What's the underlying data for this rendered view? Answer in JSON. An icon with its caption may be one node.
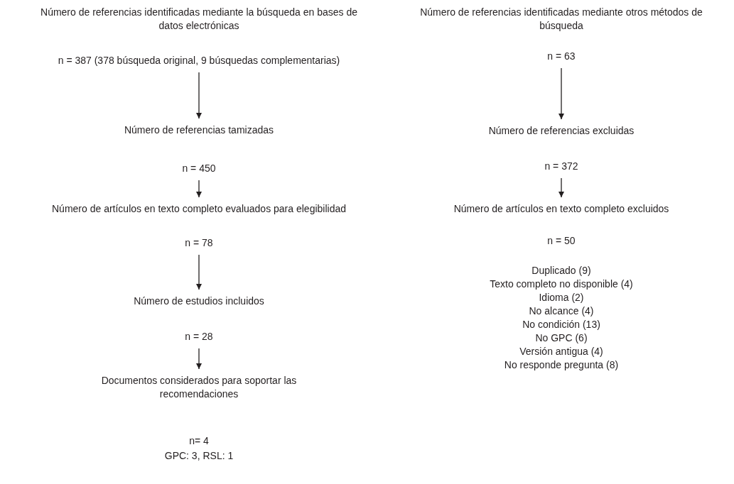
{
  "diagram": {
    "nodes": [
      {
        "text": [
          "Número de referencias identificadas mediante la búsqueda en bases de datos electrónicas",
          "n = 387 (378 búsqueda original, 9 búsquedas complementarias)"
        ]
      },
      {
        "text": [
          "Número de referencias tamizadas",
          "n = 450"
        ]
      },
      {
        "text": [
          "Número de artículos en texto completo evaluados para elegibilidad",
          "n = 78"
        ]
      },
      {
        "text": [
          "Número de estudios incluidos",
          "n = 28"
        ]
      },
      {
        "text": [
          "Documentos considerados para soportar las recomendaciones",
          "n= 4",
          "GPC: 3, RSL: 1"
        ]
      },
      {
        "text": [
          "Número de referencias identificadas mediante otros métodos de búsqueda",
          "n = 63"
        ]
      },
      {
        "text": [
          "Número de referencias excluidas",
          "n = 372"
        ]
      },
      {
        "text": [
          "Número de artículos en texto completo excluidos",
          "n = 50",
          "Duplicado (9)",
          "Texto completo no disponible (4)",
          "Idioma (2)",
          "No alcance (4)",
          "No condición (13)",
          "No GPC (6)",
          "Versión antigua (4)",
          "No responde pregunta (8)"
        ]
      }
    ],
    "edges": [
      {
        "from": 0,
        "to": 1,
        "arrow": "to"
      },
      {
        "from": 1,
        "to": 2,
        "arrow": "to"
      },
      {
        "from": 2,
        "to": 3,
        "arrow": "to"
      },
      {
        "from": 3,
        "to": 4,
        "arrow": "to"
      },
      {
        "from": 5,
        "to": 6,
        "arrow": "to"
      },
      {
        "from": 6,
        "to": 7,
        "arrow": "to"
      }
    ]
  }
}
